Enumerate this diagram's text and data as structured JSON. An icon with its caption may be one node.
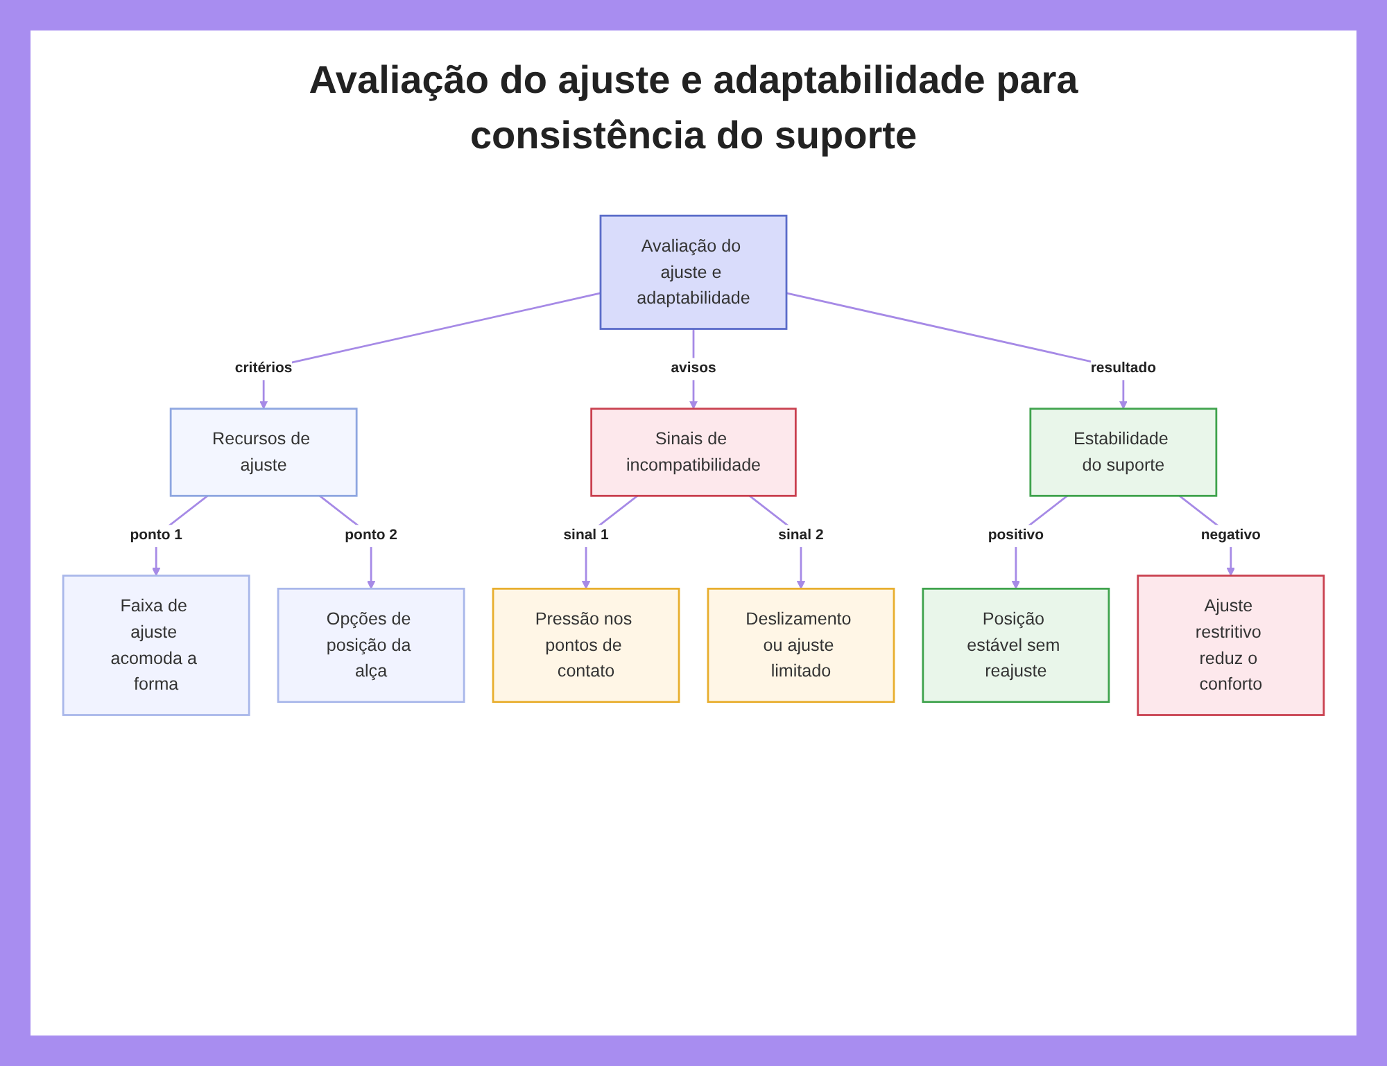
{
  "diagram": {
    "title": "Avaliação do ajuste e adaptabilidade para consistência do suporte",
    "nodes": [
      {
        "text": [
          "Avaliação do ajuste e adaptabilidade"
        ]
      },
      {
        "text": [
          "Recursos de ajuste"
        ]
      },
      {
        "text": [
          "Sinais de incompatibilidade"
        ]
      },
      {
        "text": [
          "Estabilidade do suporte"
        ]
      },
      {
        "text": [
          "Faixa de ajuste acomoda a forma"
        ]
      },
      {
        "text": [
          "Opções de posição da alça"
        ]
      },
      {
        "text": [
          "Pressão nos pontos de contato"
        ]
      },
      {
        "text": [
          "Deslizamento ou ajuste limitado"
        ]
      },
      {
        "text": [
          "Posição estável sem reajuste"
        ]
      },
      {
        "text": [
          "Ajuste restritivo reduz o conforto"
        ]
      }
    ],
    "edges": [
      {
        "from": 0,
        "to": 1,
        "arrow": "to",
        "label": "critérios"
      },
      {
        "from": 0,
        "to": 2,
        "arrow": "to",
        "label": "avisos"
      },
      {
        "from": 0,
        "to": 3,
        "arrow": "to",
        "label": "resultado"
      },
      {
        "from": 1,
        "to": 4,
        "arrow": "to",
        "label": "ponto 1"
      },
      {
        "from": 1,
        "to": 5,
        "arrow": "to",
        "label": "ponto 2"
      },
      {
        "from": 2,
        "to": 6,
        "arrow": "to",
        "label": "sinal 1"
      },
      {
        "from": 2,
        "to": 7,
        "arrow": "to",
        "label": "sinal 2"
      },
      {
        "from": 3,
        "to": 8,
        "arrow": "to",
        "label": "positivo"
      },
      {
        "from": 3,
        "to": 9,
        "arrow": "to",
        "label": "negativo"
      }
    ]
  }
}
